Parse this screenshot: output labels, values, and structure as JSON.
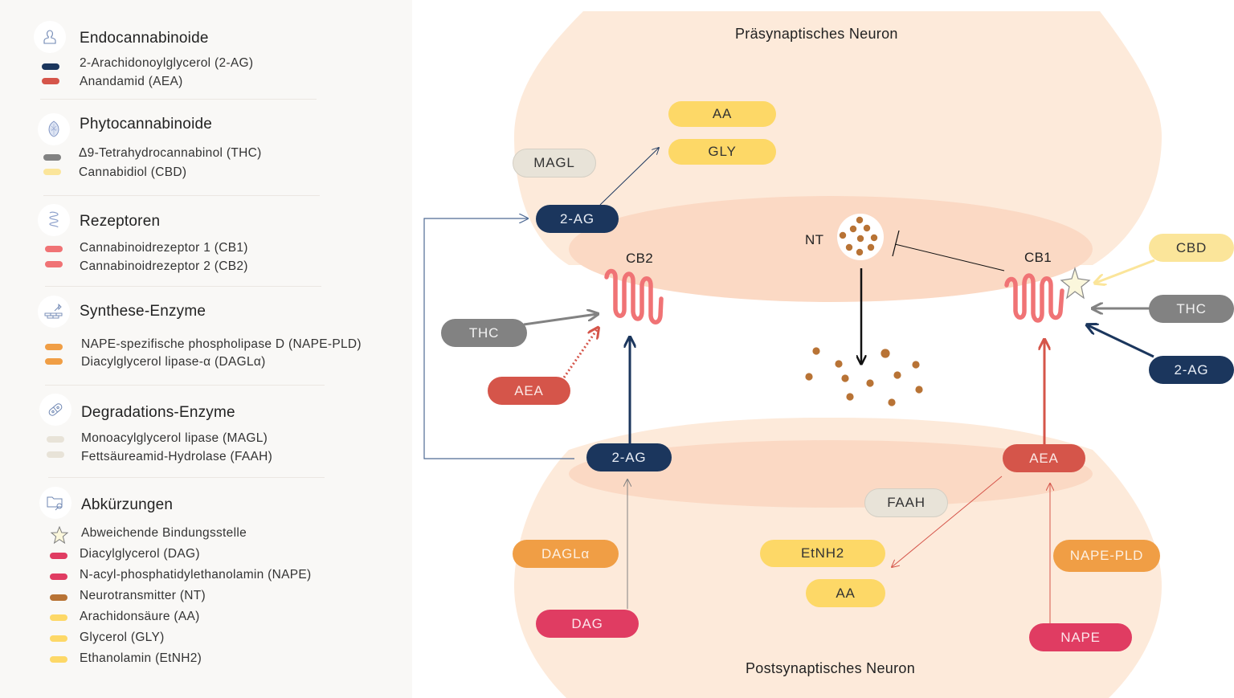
{
  "colors": {
    "panel_bg": "#f9f8f6",
    "neuron_fill": "#fdeada",
    "membrane_fill": "#fbd9c4",
    "two_ag": "#1b365d",
    "aea": "#d5554a",
    "thc": "#828282",
    "cbd": "#fbe59a",
    "receptor": "#f07375",
    "synth_enzyme": "#f09e45",
    "degr_enzyme": "#e8e3d8",
    "precursor": "#e03c62",
    "nt": "#b87335",
    "product": "#fdd867"
  },
  "legend": {
    "sections": [
      {
        "title": "Endocannabinoide",
        "icon": "person-icon",
        "items": [
          {
            "label": "2-Arachidonoylglycerol (2-AG)",
            "color": "#1b365d"
          },
          {
            "label": "Anandamid (AEA)",
            "color": "#d5554a"
          }
        ]
      },
      {
        "title": "Phytocannabinoide",
        "icon": "cannabis-flower-icon",
        "items": [
          {
            "label": "Δ9-Tetrahydrocannabinol (THC)",
            "color": "#828282"
          },
          {
            "label": "Cannabidiol (CBD)",
            "color": "#fbe59a"
          }
        ]
      },
      {
        "title": "Rezeptoren",
        "icon": "receptor-coil-icon",
        "items": [
          {
            "label": "Cannabinoidrezeptor 1 (CB1)",
            "color": "#f07375"
          },
          {
            "label": "Cannabinoidrezeptor 2 (CB2)",
            "color": "#f07375"
          }
        ]
      },
      {
        "title": "Synthese-Enzyme",
        "icon": "brick-trowel-icon",
        "items": [
          {
            "label": "NAPE-spezifische  phospholipase D (NAPE-PLD)",
            "color": "#f09e45"
          },
          {
            "label": "Diacylglycerol lipase-α (DAGLα)",
            "color": "#f09e45"
          }
        ]
      },
      {
        "title": "Degradations-Enzyme",
        "icon": "pill-capsule-icon",
        "items": [
          {
            "label": "Monoacylglycerol lipase (MAGL)",
            "color": "#e8e3d8"
          },
          {
            "label": "Fettsäureamid-Hydrolase (FAAH)",
            "color": "#e8e3d8"
          }
        ]
      },
      {
        "title": "Abkürzungen",
        "icon": "folder-search-icon",
        "items": [
          {
            "label": "Abweichende Bindungsstelle",
            "symbol": "star-icon"
          },
          {
            "label": "Diacylglycerol (DAG)",
            "color": "#e03c62"
          },
          {
            "label": "N-acyl-phosphatidylethanolamin (NAPE)",
            "color": "#e03c62"
          },
          {
            "label": "Neurotransmitter (NT)",
            "color": "#b87335"
          },
          {
            "label": "Arachidonsäure (AA)",
            "color": "#fdd867"
          },
          {
            "label": "Glycerol (GLY)",
            "color": "#fdd867"
          },
          {
            "label": "Ethanolamin (EtNH2)",
            "color": "#fdd867"
          }
        ]
      }
    ]
  },
  "diagram": {
    "presynaptic_label": "Präsynaptisches Neuron",
    "postsynaptic_label": "Postsynaptisches Neuron",
    "receptors": {
      "cb2": "CB2",
      "cb1": "CB1"
    },
    "nt_label": "NT",
    "pills": {
      "aa_top": "AA",
      "gly_top": "GLY",
      "magl": "MAGL",
      "two_ag_pre": "2-AG",
      "thc_left": "THC",
      "aea_left": "AEA",
      "cbd_right": "CBD",
      "thc_right": "THC",
      "two_ag_right": "2-AG",
      "two_ag_post": "2-AG",
      "aea_post": "AEA",
      "faah": "FAAH",
      "daglα": "DAGLα",
      "etnh2": "EtNH2",
      "aa_bottom": "AA",
      "nape_pld": "NAPE-PLD",
      "dag": "DAG",
      "nape": "NAPE"
    }
  }
}
